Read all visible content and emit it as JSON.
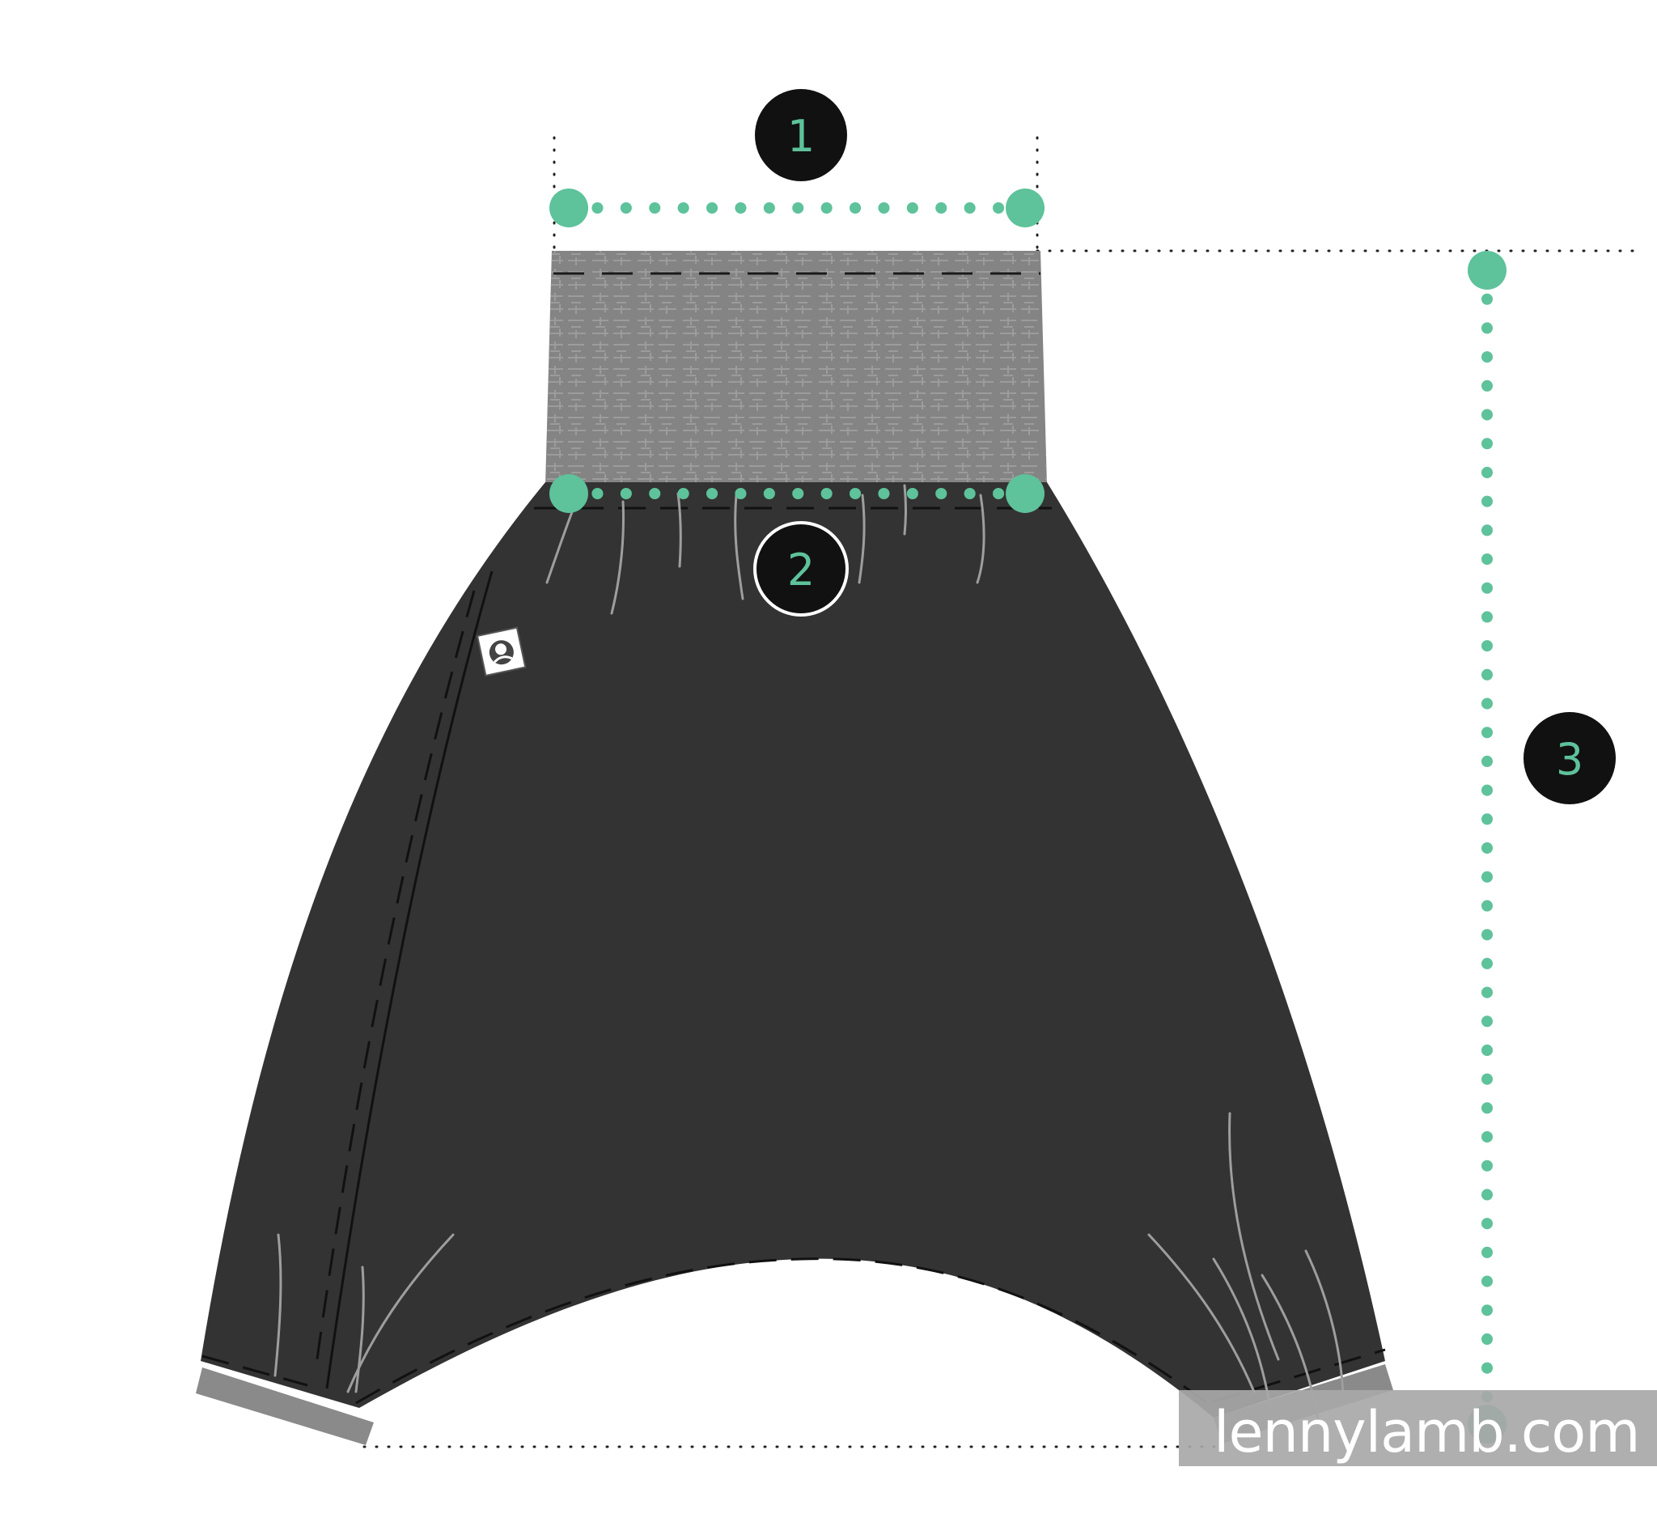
{
  "diagram": {
    "measurements": [
      {
        "id": "1",
        "label": "1"
      },
      {
        "id": "2",
        "label": "2"
      },
      {
        "id": "3",
        "label": "3"
      }
    ],
    "watermark": {
      "text": "lennylamb.com"
    },
    "colors": {
      "accent": "#5ec29b",
      "garment": "#333333",
      "waistband": "#848484",
      "cuff": "#8a8a8a",
      "badge": "#111111",
      "watermark_bg": "#a8a8a8"
    },
    "icons": [
      "logo-tag-icon"
    ]
  }
}
